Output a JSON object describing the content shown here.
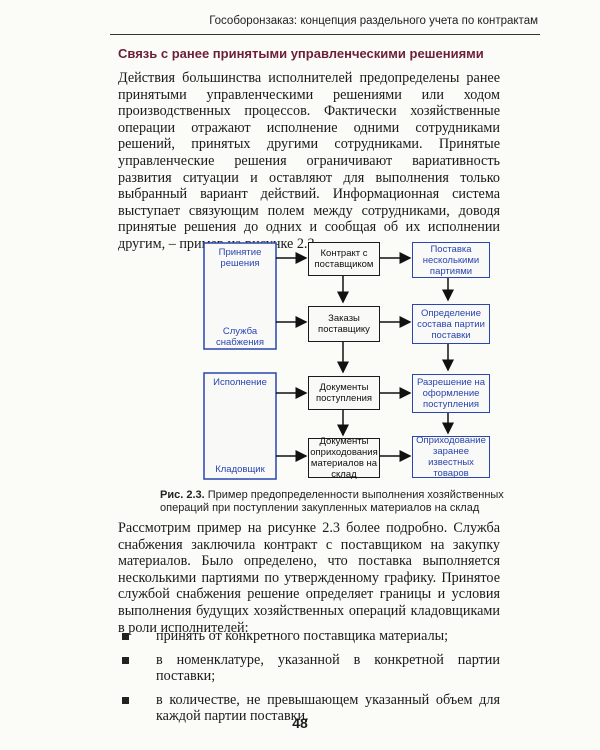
{
  "header": {
    "running_title": "Гособоронзаказ: концепция раздельного учета по контрактам"
  },
  "section": {
    "title": "Связь с ранее принятыми управленческими решениями"
  },
  "paragraph1": "Действия большинства исполнителей предопределены ранее принятыми управленческими решениями или ходом производственных процессов. Фактически хозяйственные операции отражают исполнение одними сотрудниками решений, принятых другими сотрудниками. Принятые управленческие решения ограничивают вариативность развития ситуации и оставляют для выполнения только выбранный вариант действий. Информационная система выступает связующим полем между сотрудниками, доводя принятые решения до одних и сообщая об их исполнении другим, – пример на рисунке 2.3.",
  "diagram": {
    "left_top_label": "Принятие решения",
    "left_top_bottom_label": "Служба снабжения",
    "left_bottom_label": "Исполнение",
    "left_bottom_bottom_label": "Кладовщик",
    "middle": [
      "Контракт с поставщиком",
      "Заказы поставщику",
      "Документы поступления",
      "Документы оприходования материалов на склад"
    ],
    "right": [
      "Поставка несколькими партиями",
      "Определение состава партии поставки",
      "Разрешение на оформление поступления",
      "Оприходование заранее известных товаров"
    ]
  },
  "caption": {
    "label": "Рис. 2.3.",
    "text": "Пример предопределенности выполнения хозяйственных операций при поступлении закупленных материалов на склад"
  },
  "paragraph2": "Рассмотрим пример на рисунке 2.3 более подробно. Служба снабжения заключила контракт с поставщиком на закупку материалов. Было определено, что поставка выполняется несколькими партиями по утвержденному графику. Принятое службой снабжения решение определяет границы и условия выполнения будущих хозяйственных операций кладовщиками в роли исполнителей:",
  "bullets": [
    "принять от конкретного поставщика материалы;",
    "в номенклатуре, указанной в конкретной партии поставки;",
    "в количестве, не превышающем указанный объем для каждой партии поставки."
  ],
  "page_number": "48"
}
